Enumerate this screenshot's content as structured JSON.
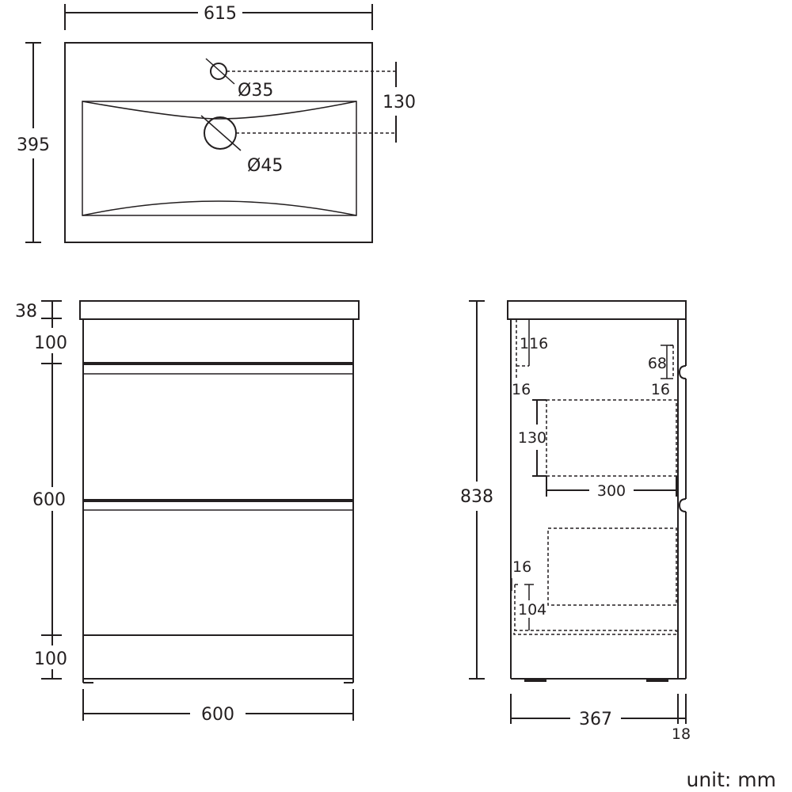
{
  "top_view": {
    "width": "615",
    "depth": "395",
    "tap_hole": "Ø35",
    "waste_hole": "Ø45",
    "hole_spacing": "130"
  },
  "front_view": {
    "top_thickness": "38",
    "upper_rail": "100",
    "drawers_height": "600",
    "plinth": "100",
    "width": "600"
  },
  "side_view": {
    "total_height": "838",
    "d116": "116",
    "d16_left": "16",
    "d68": "68",
    "d16_right": "16",
    "d130": "130",
    "d300": "300",
    "d16_bottom": "16",
    "d104": "104",
    "depth": "367",
    "door": "18"
  },
  "unit": "unit: mm"
}
